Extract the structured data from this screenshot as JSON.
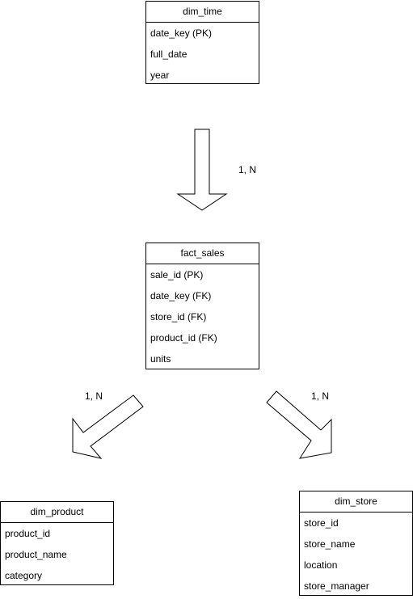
{
  "entities": {
    "time": {
      "title": "dim_time",
      "fields": [
        "date_key (PK)",
        "full_date",
        "year"
      ]
    },
    "sales": {
      "title": "fact_sales",
      "fields": [
        "sale_id (PK)",
        "date_key (FK)",
        "store_id (FK)",
        "product_id (FK)",
        "units"
      ]
    },
    "product": {
      "title": "dim_product",
      "fields": [
        "product_id",
        "product_name",
        "category"
      ]
    },
    "store": {
      "title": "dim_store",
      "fields": [
        "store_id",
        "store_name",
        "location",
        "store_manager"
      ]
    }
  },
  "relationships": {
    "time_to_sales": "1, N",
    "sales_to_product": "1, N",
    "sales_to_store": "1, N"
  }
}
